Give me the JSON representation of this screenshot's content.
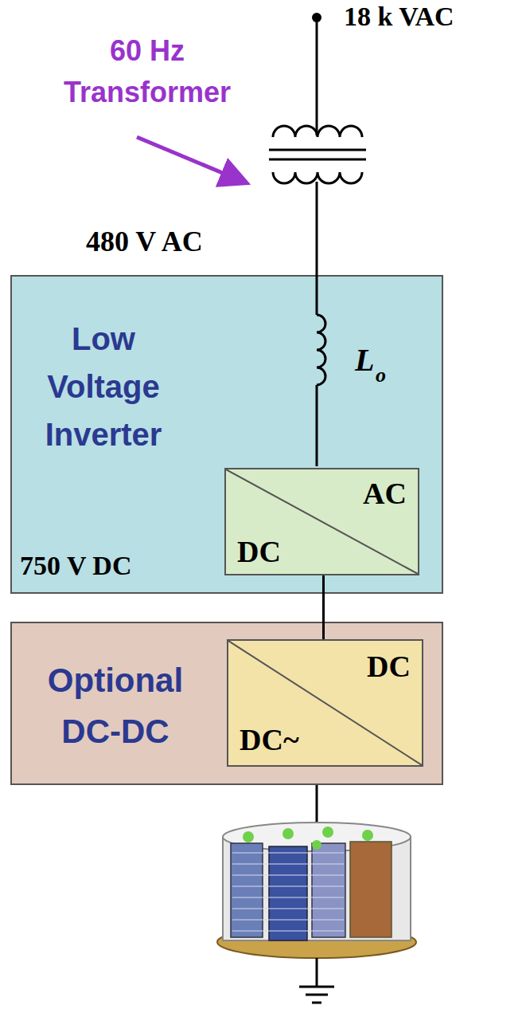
{
  "diagram": {
    "nodes": [
      {
        "text": [
          "Low Voltage Inverter",
          "750 V DC"
        ]
      },
      {
        "text": [
          "AC",
          "DC"
        ],
        "in": 0
      },
      {
        "text": [
          "Optional DC-DC"
        ]
      },
      {
        "text": [
          "DC",
          "DC~"
        ],
        "in": 2
      }
    ],
    "edges": [
      {
        "from": 1,
        "to": 3,
        "arrow": "none"
      }
    ],
    "labels": [
      "18 k VAC",
      "60 Hz Transformer",
      "480 V AC",
      "L",
      "o"
    ]
  }
}
